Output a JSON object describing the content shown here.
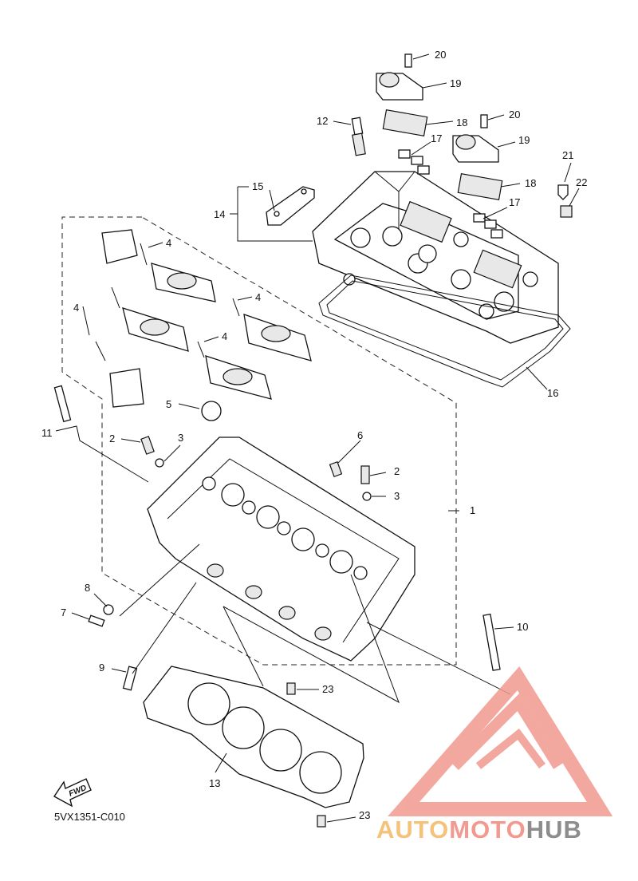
{
  "diagram_code": "5VX1351-C010",
  "fwd_label": "FWD",
  "watermark": {
    "part_a": "AUTO",
    "part_b": "MOTO",
    "part_c": "HUB",
    "colors": {
      "auto": "#f5c27a",
      "moto": "#f29a8f",
      "hub": "#8d8d8d",
      "logo": "#f29a8f"
    }
  },
  "callouts": {
    "c1": "1",
    "c2a": "2",
    "c2b": "2",
    "c3a": "3",
    "c3b": "3",
    "c4a": "4",
    "c4b": "4",
    "c4c": "4",
    "c4d": "4",
    "c5": "5",
    "c6": "6",
    "c7": "7",
    "c8": "8",
    "c9": "9",
    "c10": "10",
    "c11": "11",
    "c12": "12",
    "c13": "13",
    "c14": "14",
    "c15": "15",
    "c16": "16",
    "c17a": "17",
    "c17b": "17",
    "c18a": "18",
    "c18b": "18",
    "c19a": "19",
    "c19b": "19",
    "c20a": "20",
    "c20b": "20",
    "c21": "21",
    "c22": "22",
    "c23a": "23",
    "c23b": "23"
  }
}
